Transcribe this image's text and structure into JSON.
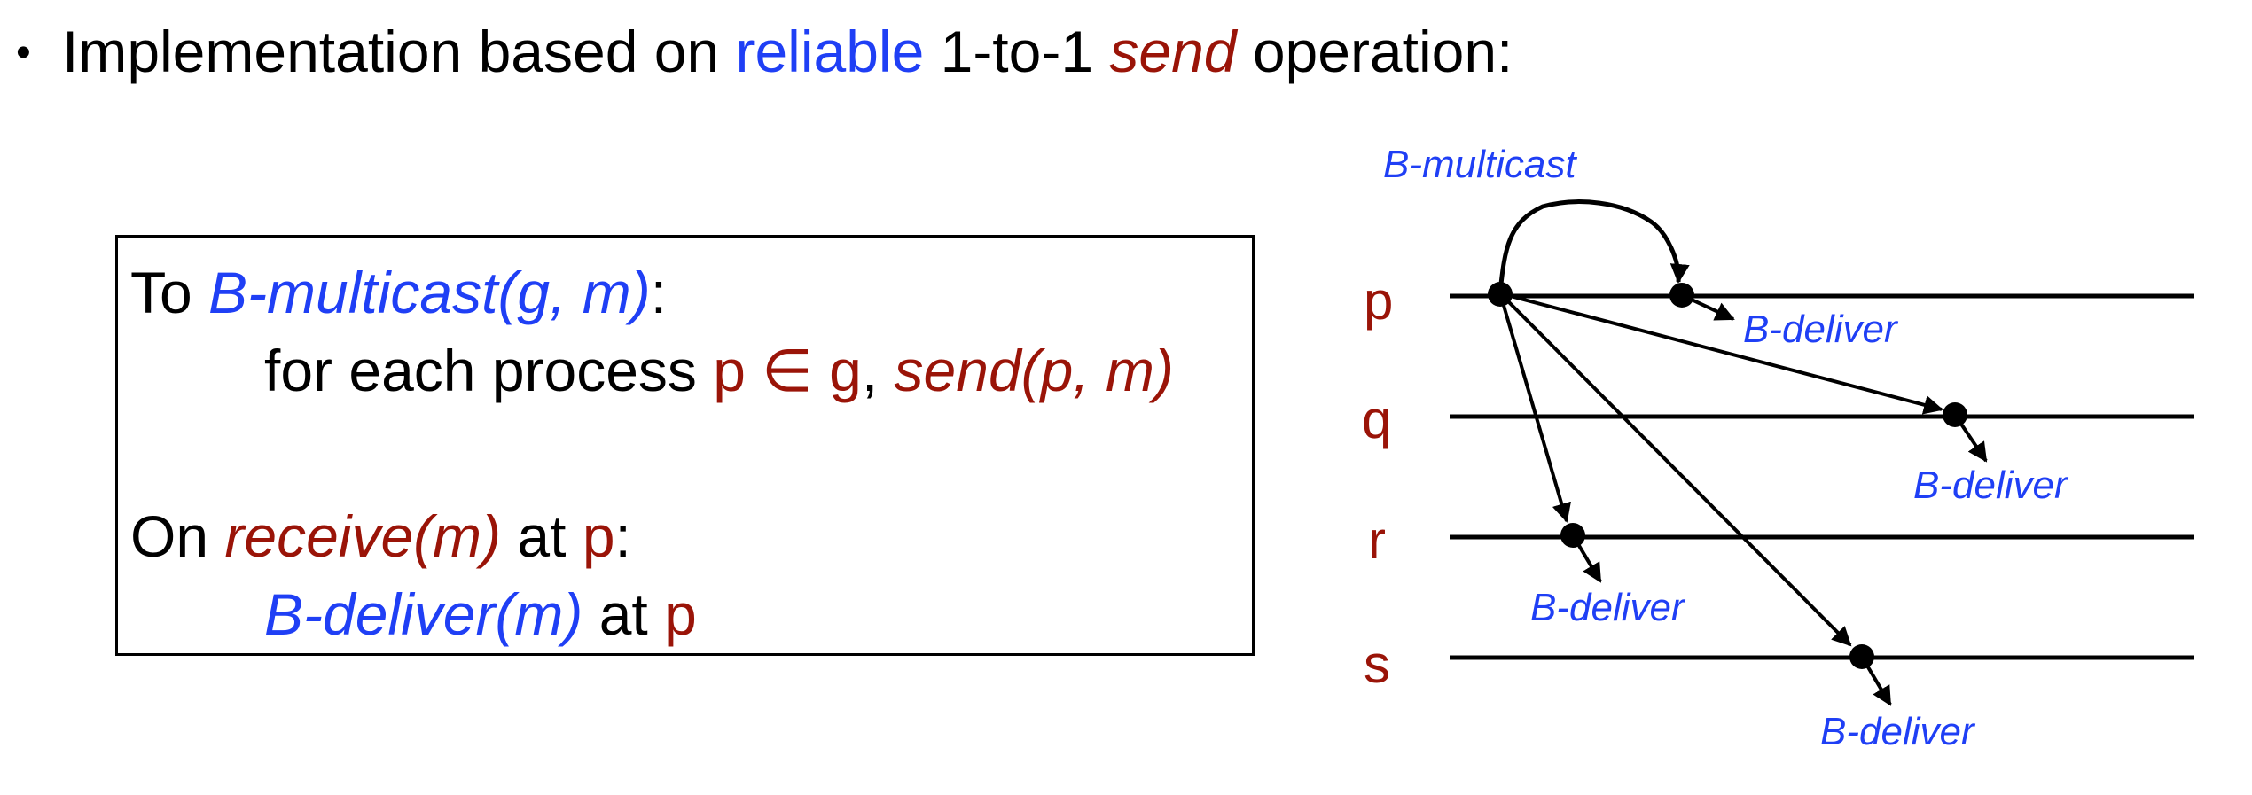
{
  "headline": {
    "bullet": "•",
    "text_1": "Implementation based on ",
    "reliable": "reliable",
    "text_2": " 1-to-1 ",
    "send": "send",
    "text_3": " operation:"
  },
  "algorithm": {
    "line1": {
      "prefix": "To ",
      "call": "B-multicast(g, m)",
      "suffix": ":"
    },
    "line2": {
      "prefix": "for each process ",
      "p": "p",
      "elem": " ∈ g",
      "comma": ", ",
      "send": "send(p, m)"
    },
    "line3": {
      "prefix": "On ",
      "receive": "receive(m)",
      "at": " at ",
      "p": "p",
      "suffix": ":"
    },
    "line4": {
      "call": "B-deliver(m)",
      "at": " at ",
      "p": "p"
    }
  },
  "diagram": {
    "multicast_label": "B-multicast",
    "processes": [
      "p",
      "q",
      "r",
      "s"
    ],
    "deliver_label": "B-deliver",
    "colors": {
      "blue": "#1f3ff5",
      "red": "#9a1408",
      "black": "#000000"
    }
  }
}
